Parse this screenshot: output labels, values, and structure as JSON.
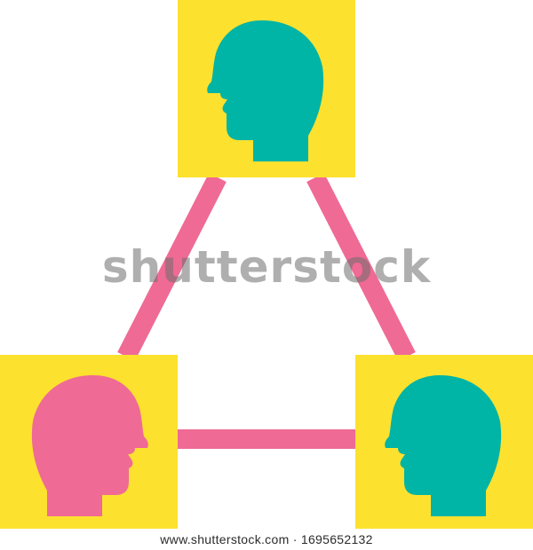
{
  "colors": {
    "background": "#ffffff",
    "node_fill": "#fde12f",
    "connector": "#ef6a95",
    "head_teal": "#00b4a6",
    "head_pink": "#ef6a95",
    "watermark": "#6e6e6e"
  },
  "nodes": [
    {
      "id": "top",
      "icon": "person-head-icon",
      "head_color": "teal",
      "facing": "left"
    },
    {
      "id": "bottom-left",
      "icon": "person-head-icon",
      "head_color": "pink",
      "facing": "right"
    },
    {
      "id": "bottom-right",
      "icon": "person-head-icon",
      "head_color": "teal",
      "facing": "left"
    }
  ],
  "connectors": [
    {
      "from": "top",
      "to": "bottom-left"
    },
    {
      "from": "top",
      "to": "bottom-right"
    },
    {
      "from": "bottom-left",
      "to": "bottom-right"
    }
  ],
  "watermark": {
    "text": "shutterstock"
  },
  "footer": {
    "text": "www.shutterstock.com · 1695652132"
  }
}
